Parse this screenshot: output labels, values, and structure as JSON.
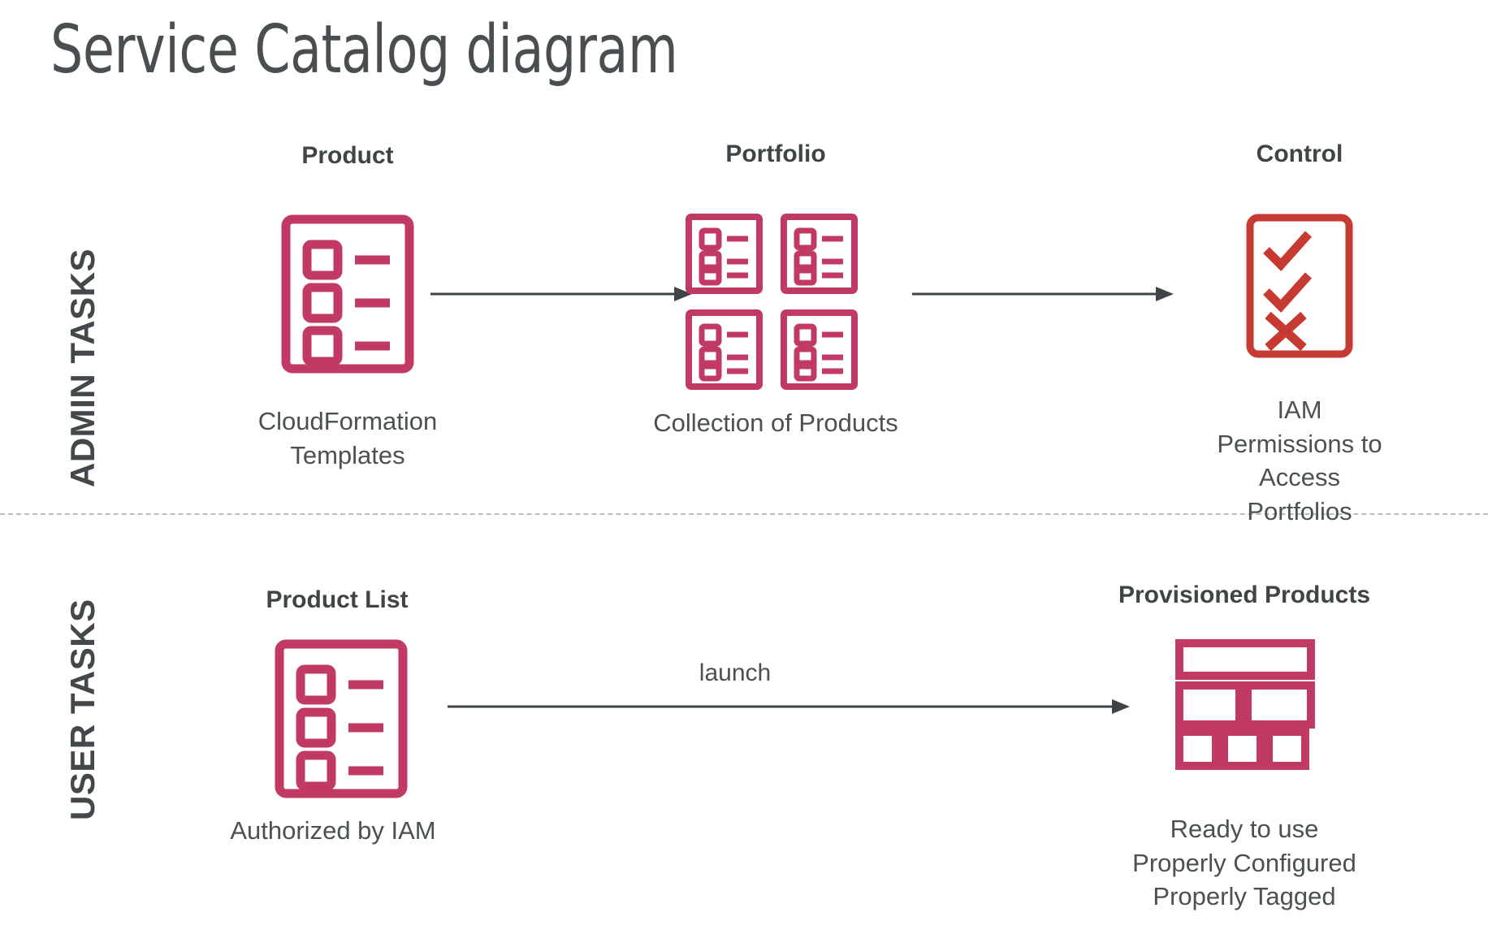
{
  "title": "Service Catalog diagram",
  "colors": {
    "crimson": "#C13A64",
    "red": "#C73A31",
    "ink": "#43494a",
    "arrow": "#3f4546",
    "divider": "#b9bdbe"
  },
  "bands": [
    {
      "id": "admin",
      "label": "ADMIN TASKS"
    },
    {
      "id": "user",
      "label": "USER TASKS"
    }
  ],
  "admin_row": {
    "nodes": [
      {
        "id": "product",
        "title": "Product",
        "icon": "checklist-document-icon",
        "caption": "CloudFormation\nTemplates"
      },
      {
        "id": "portfolio",
        "title": "Portfolio",
        "icon": "checklist-grid-icon",
        "caption": "Collection of Products"
      },
      {
        "id": "control",
        "title": "Control",
        "icon": "check-cross-document-icon",
        "caption": "IAM Permissions to\nAccess Portfolios"
      }
    ],
    "arrows": [
      {
        "id": "product-to-portfolio",
        "label": ""
      },
      {
        "id": "portfolio-to-control",
        "label": ""
      }
    ]
  },
  "user_row": {
    "nodes": [
      {
        "id": "product-list",
        "title": "Product List",
        "icon": "checklist-document-icon",
        "caption": "Authorized by IAM"
      },
      {
        "id": "provisioned-products",
        "title": "Provisioned Products",
        "icon": "blocks-layout-icon",
        "caption": "Ready to use\nProperly Configured\nProperly Tagged"
      }
    ],
    "arrows": [
      {
        "id": "launch-arrow",
        "label": "launch"
      }
    ]
  }
}
